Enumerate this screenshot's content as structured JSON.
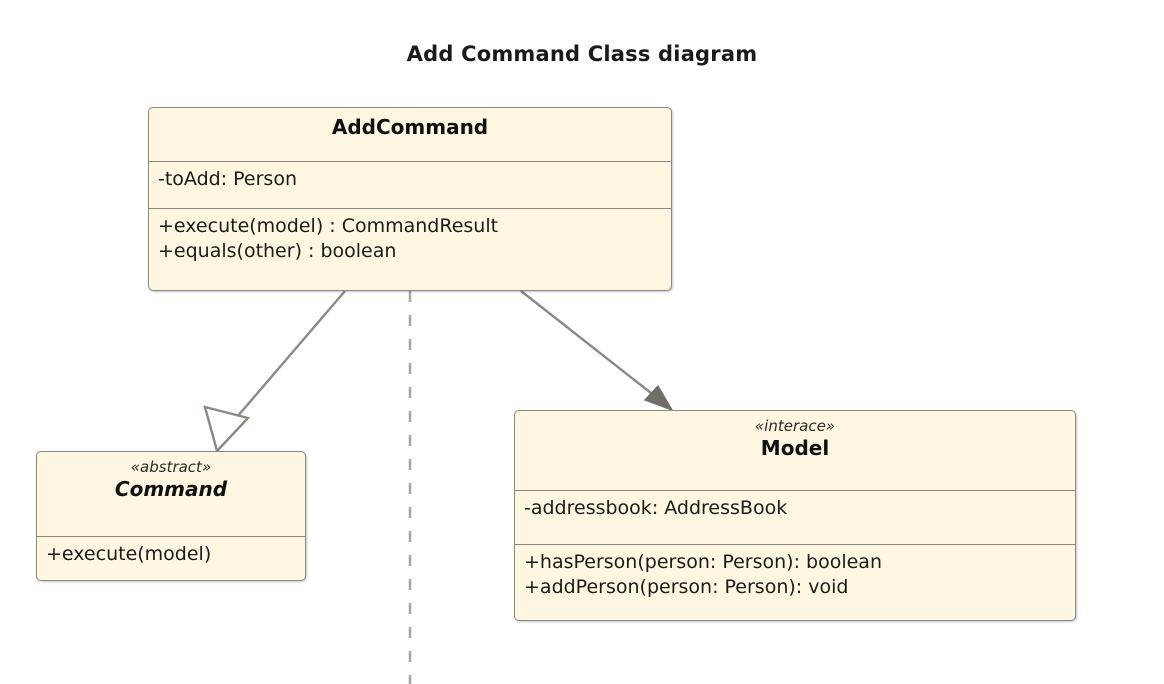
{
  "diagram": {
    "title": "Add Command Class diagram",
    "background_color": "#ffffff",
    "box_fill_color": "#fdf6e0",
    "box_border_color": "#8a8a82",
    "connector_color": "#8a8a82",
    "text_color": "#1a1a1a"
  },
  "classes": {
    "addcommand": {
      "name": "AddCommand",
      "stereotype": "",
      "attributes": [
        "-toAdd: Person"
      ],
      "methods": [
        "+execute(model) : CommandResult",
        "+equals(other) : boolean"
      ]
    },
    "command": {
      "name": "Command",
      "stereotype": "«abstract»",
      "attributes": [],
      "methods": [
        "+execute(model)"
      ]
    },
    "model": {
      "name": "Model",
      "stereotype": "«interace»",
      "attributes": [
        "-addressbook: AddressBook"
      ],
      "methods": [
        "+hasPerson(person: Person): boolean",
        "+addPerson(person: Person): void"
      ]
    }
  },
  "relationships": [
    {
      "id": "generalization",
      "type": "generalization",
      "from": "AddCommand",
      "to": "Command",
      "arrowhead": "hollow-triangle",
      "line_style": "solid",
      "label": ""
    },
    {
      "id": "dependency",
      "type": "dependency",
      "from": "AddCommand",
      "to": "Model",
      "arrowhead": "solid-arrow",
      "line_style": "solid",
      "label": ""
    },
    {
      "id": "lifeline",
      "type": "lifeline",
      "from": "AddCommand",
      "to": "",
      "arrowhead": "none",
      "line_style": "dashed",
      "label": ""
    }
  ]
}
